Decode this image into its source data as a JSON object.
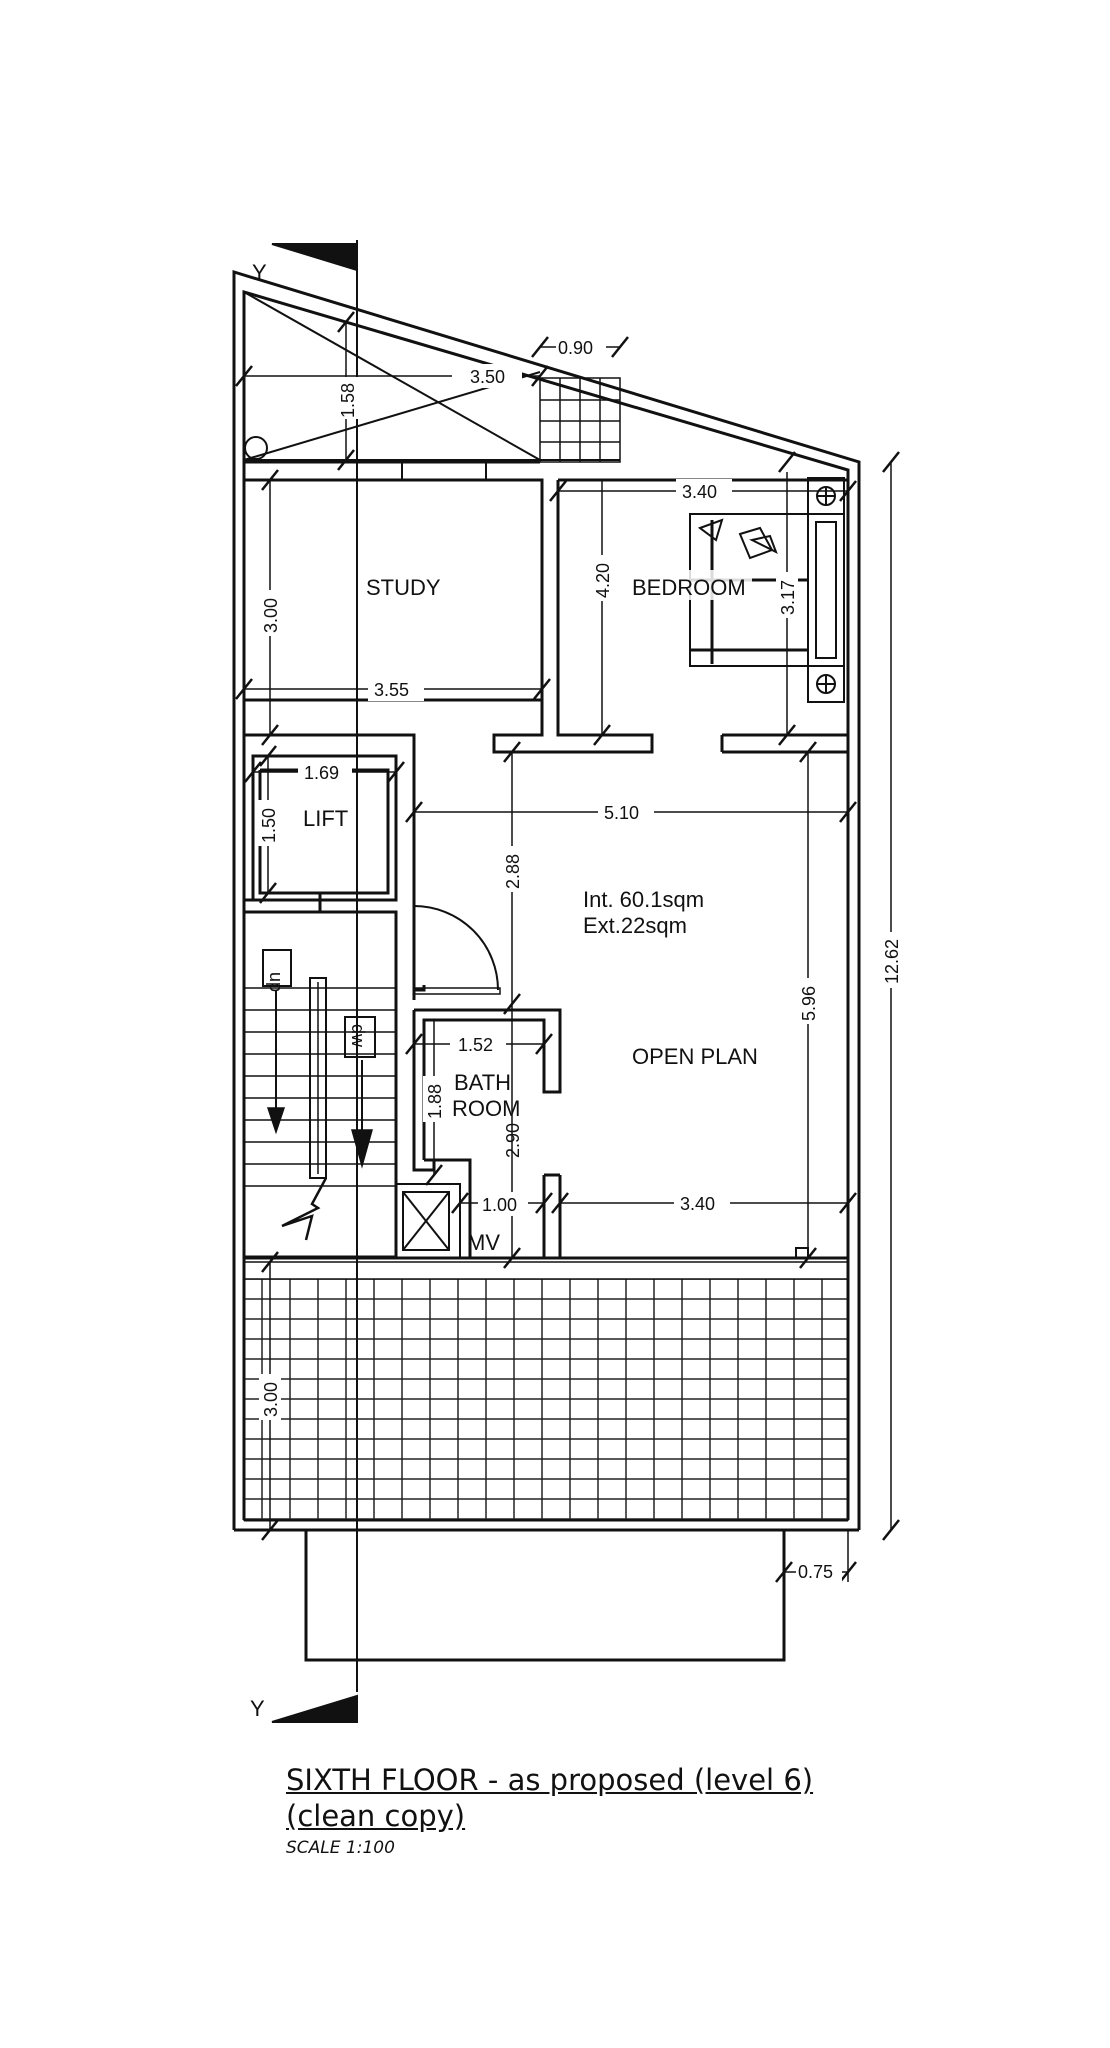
{
  "rooms": {
    "study": "STUDY",
    "bedroom": "BEDROOM",
    "lift": "LIFT",
    "bath_line1": "BATH",
    "bath_line2": "ROOM",
    "open_plan": "OPEN PLAN",
    "mv": "MV",
    "up": "up",
    "down": "dw"
  },
  "areas": {
    "internal": "Int. 60.1sqm",
    "external": "Ext.22sqm"
  },
  "section_marks": {
    "top": "Y",
    "bottom": "Y"
  },
  "dimensions": {
    "d090": "0.90",
    "d350": "3.50",
    "d158": "1.58",
    "d340_top": "3.40",
    "d420": "4.20",
    "d317": "3.17",
    "d300_study": "3.00",
    "d355": "3.55",
    "d169": "1.69",
    "d150": "1.50",
    "d510": "5.10",
    "d288": "2.88",
    "d1262": "12.62",
    "d596": "5.96",
    "d152": "1.52",
    "d188": "1.88",
    "d290": "2.90",
    "d100": "1.00",
    "d340_bottom": "3.40",
    "d300_terrace": "3.00",
    "d075": "0.75"
  },
  "title": {
    "line1": "SIXTH FLOOR -  as proposed (level 6)",
    "line2": "(clean copy)",
    "scale": "SCALE 1:100"
  }
}
